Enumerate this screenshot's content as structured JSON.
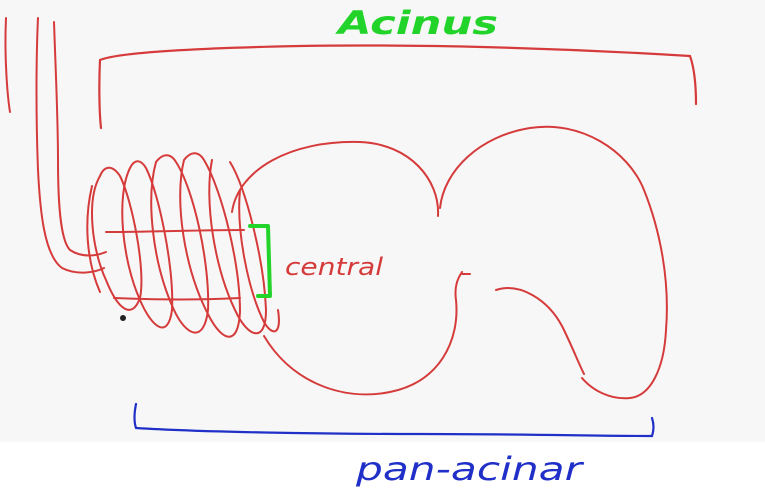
{
  "diagram": {
    "title": "Acinus",
    "label_central": "central",
    "label_pan": "pan-acinar",
    "colors": {
      "ink_red": "#d63b3b",
      "ink_green": "#22d42a",
      "ink_blue": "#1f2fc7",
      "canvas": "#f7f7f7",
      "page": "#ffffff"
    }
  }
}
